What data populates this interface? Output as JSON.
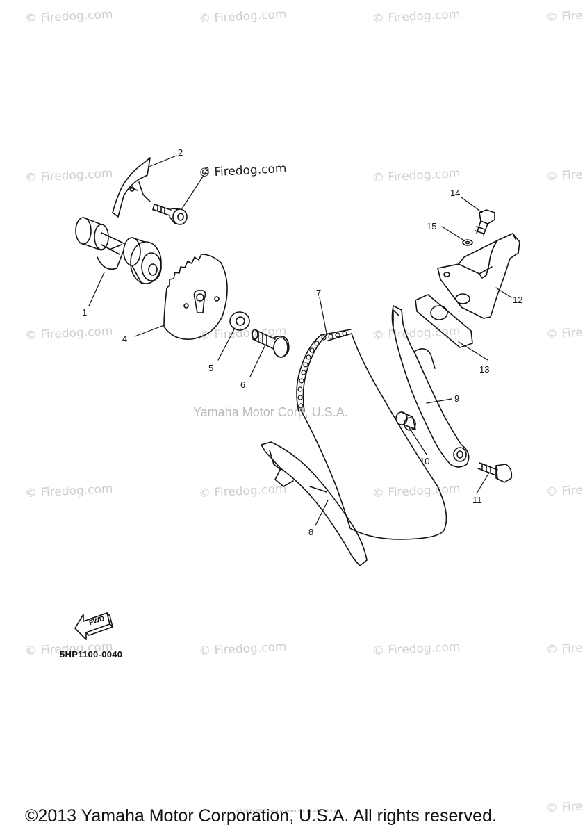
{
  "watermark_text": "© Firedog.com",
  "watermark_partial": "© Fire",
  "center_watermark": "Yamaha Motor Corp, U.S.A.",
  "diagram_label_firedog": "© Firedog.com",
  "callouts": {
    "c1": "1",
    "c2": "2",
    "c3": "3",
    "c4": "4",
    "c5": "5",
    "c6": "6",
    "c7": "7",
    "c8": "8",
    "c9": "9",
    "c10": "10",
    "c11": "11",
    "c12": "12",
    "c13": "13",
    "c14": "14",
    "c15": "15"
  },
  "fwd_label": "FWD",
  "part_code": "5HP1100-0040",
  "copyright": "©2013 Yamaha Motor Corporation, U.S.A. All rights reserved.",
  "fine_print": "(c) 2000-2013 Yamaha Motor Corporation, U.S.A."
}
